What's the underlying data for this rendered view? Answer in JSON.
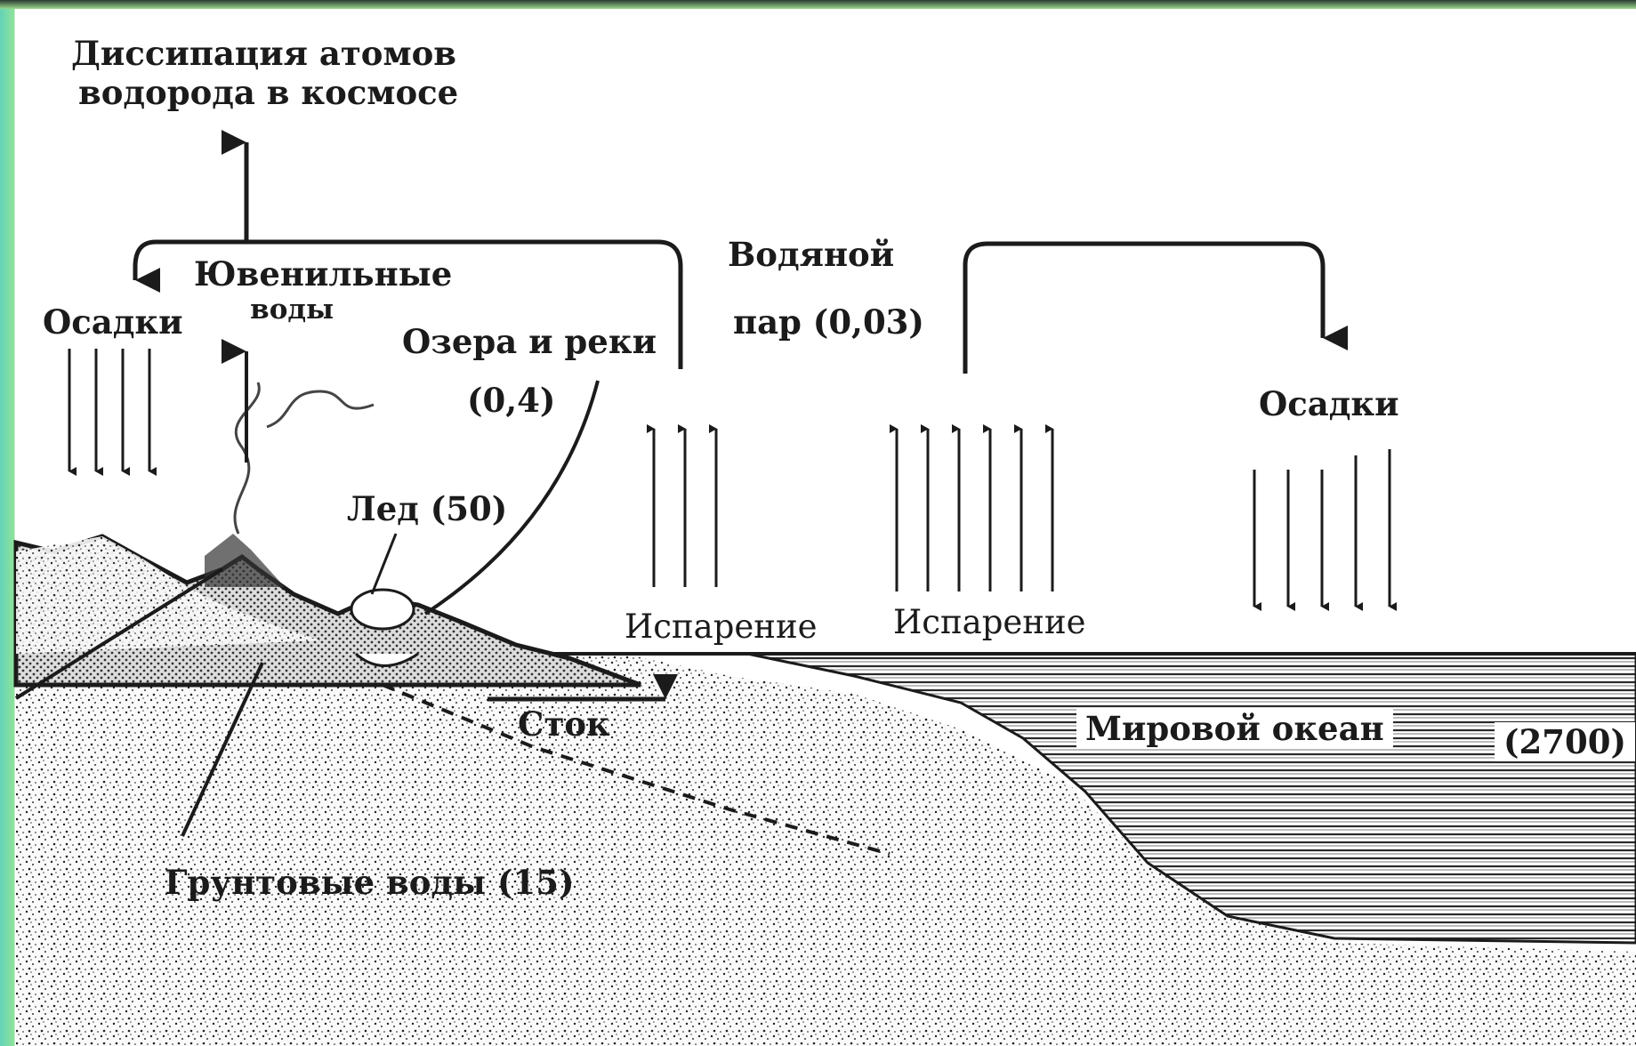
{
  "labels": {
    "dissipation_line1": "Диссипация атомов",
    "dissipation_line2": "водорода в космосе",
    "precip_left": "Осадки",
    "juvenile_line1": "Ювенильные",
    "juvenile_line2": "воды",
    "lakes": "Озера и реки",
    "lakes_value": "(0,4)",
    "vapor_line1": "Водяной",
    "vapor_line2": "пар (0,03)",
    "precip_right": "Осадки",
    "ice": "Лед (50)",
    "evap_1": "Испарение",
    "evap_2": "Испарение",
    "runoff": "Сток",
    "ocean": "Мировой океан",
    "ocean_value": "(2700)",
    "groundwater": "Грунтовые воды (15)"
  },
  "colors": {
    "ink": "#1b1b1b",
    "frame_left": "#8fe39a",
    "frame_top": "#2a3a30"
  }
}
